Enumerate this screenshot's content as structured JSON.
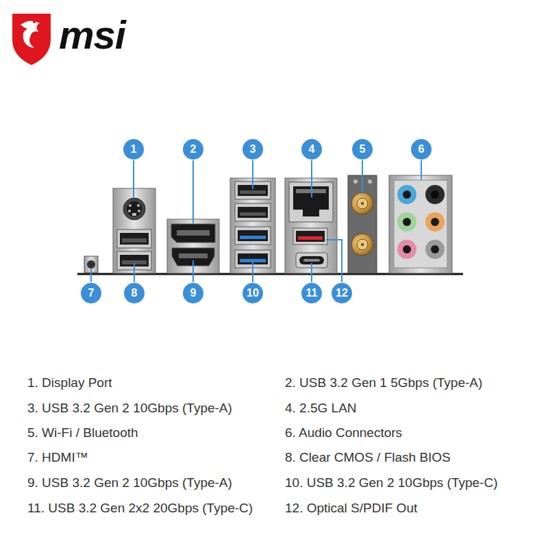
{
  "diagram": {
    "nodes": [
      {
        "text": [
          "1"
        ]
      },
      {
        "text": [
          "2"
        ]
      },
      {
        "text": [
          "3"
        ]
      },
      {
        "text": [
          "4"
        ]
      },
      {
        "text": [
          "5"
        ]
      },
      {
        "text": [
          "6"
        ]
      },
      {
        "text": [
          "7"
        ]
      },
      {
        "text": [
          "8"
        ]
      },
      {
        "text": [
          "9"
        ]
      },
      {
        "text": [
          "10"
        ]
      },
      {
        "text": [
          "11"
        ]
      },
      {
        "text": [
          "12"
        ]
      }
    ],
    "labels": [
      "msi",
      "1. Display Port",
      "2. USB 3.2 Gen 1 5Gbps (Type-A)",
      "3. USB 3.2 Gen 2 10Gbps (Type-A)",
      "4. 2.5G LAN",
      "5. Wi-Fi / Bluetooth",
      "6. Audio Connectors",
      "7. HDMI™",
      "8. Clear CMOS / Flash BIOS",
      "9. USB 3.2 Gen 2 10Gbps (Type-A)",
      "10. USB 3.2 Gen 2 10Gbps (Type-C)",
      "11. USB 3.2 Gen 2x2 20Gbps (Type-C)",
      "12. Optical S/PDIF Out"
    ]
  }
}
